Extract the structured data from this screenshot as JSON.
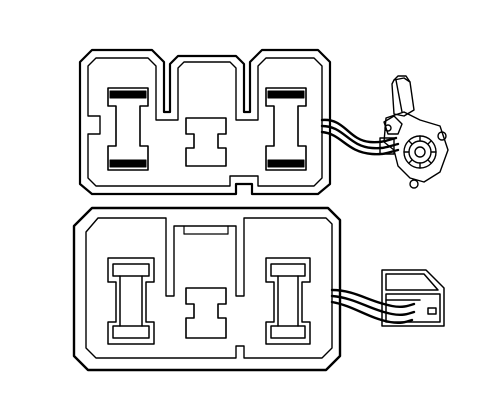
{
  "diagram": {
    "type": "technical line drawing",
    "colors": {
      "background": "#ffffff",
      "line": "#000000"
    },
    "icons": [
      "module-outline",
      "mounting-bracket",
      "wiring-harness",
      "window-motor",
      "door-panel"
    ]
  }
}
